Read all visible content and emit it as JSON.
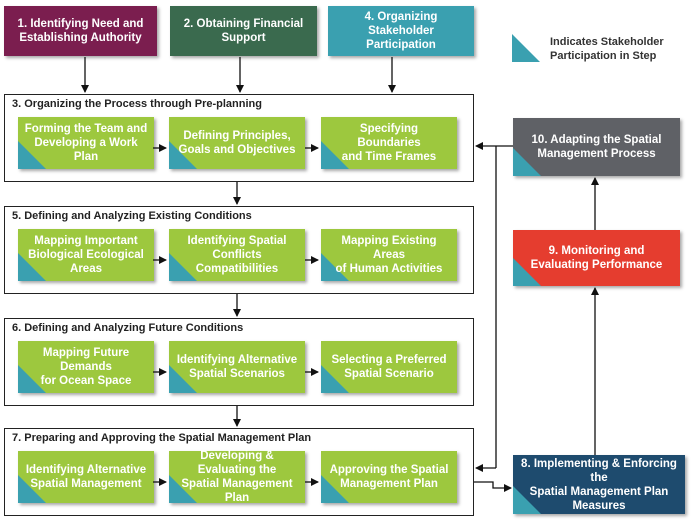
{
  "top_boxes": [
    {
      "label": "1. Identifying Need and\nEstablishing Authority",
      "color": "#7b1e4f"
    },
    {
      "label": "2. Obtaining Financial\nSupport",
      "color": "#3a6a4e"
    },
    {
      "label": "4. Organizing Stakeholder\nParticipation",
      "color": "#3aa0b0"
    }
  ],
  "legend": {
    "text": "Indicates Stakeholder\nParticipation in Step",
    "color": "#3aa0b0"
  },
  "frames": [
    {
      "title": "3. Organizing the Process through Pre-planning",
      "steps": [
        "Forming the Team  and\nDeveloping a Work Plan",
        "Defining Principles,\nGoals  and Objectives",
        "Specifying Boundaries\nand Time Frames"
      ]
    },
    {
      "title": "5. Defining and Analyzing Existing Conditions",
      "steps": [
        "Mapping Important\nBiological Ecological Areas",
        "Identifying Spatial\nConflicts Compatibilities",
        "Mapping Existing Areas\nof Human Activities"
      ]
    },
    {
      "title": "6. Defining and Analyzing Future Conditions",
      "steps": [
        "Mapping Future Demands\nfor Ocean Space",
        "Identifying Alternative\nSpatial Scenarios",
        "Selecting a Preferred\nSpatial Scenario"
      ]
    },
    {
      "title": "7. Preparing and Approving the Spatial Management Plan",
      "steps": [
        "Identifying Alternative\nSpatial Management",
        "Developing & Evaluating the\nSpatial Management Plan",
        "Approving the Spatial\nManagement Plan"
      ]
    }
  ],
  "right_boxes": [
    {
      "label": "10. Adapting the Spatial\nManagement Process",
      "color": "#5f6166"
    },
    {
      "label": "9. Monitoring  and\nEvaluating Performance",
      "color": "#e53d2f"
    },
    {
      "label": "8. Implementing & Enforcing the\nSpatial Management Plan\nMeasures",
      "color": "#1e4b6e"
    }
  ],
  "step_color": "#9dc83e",
  "participation_color": "#3aa0b0"
}
